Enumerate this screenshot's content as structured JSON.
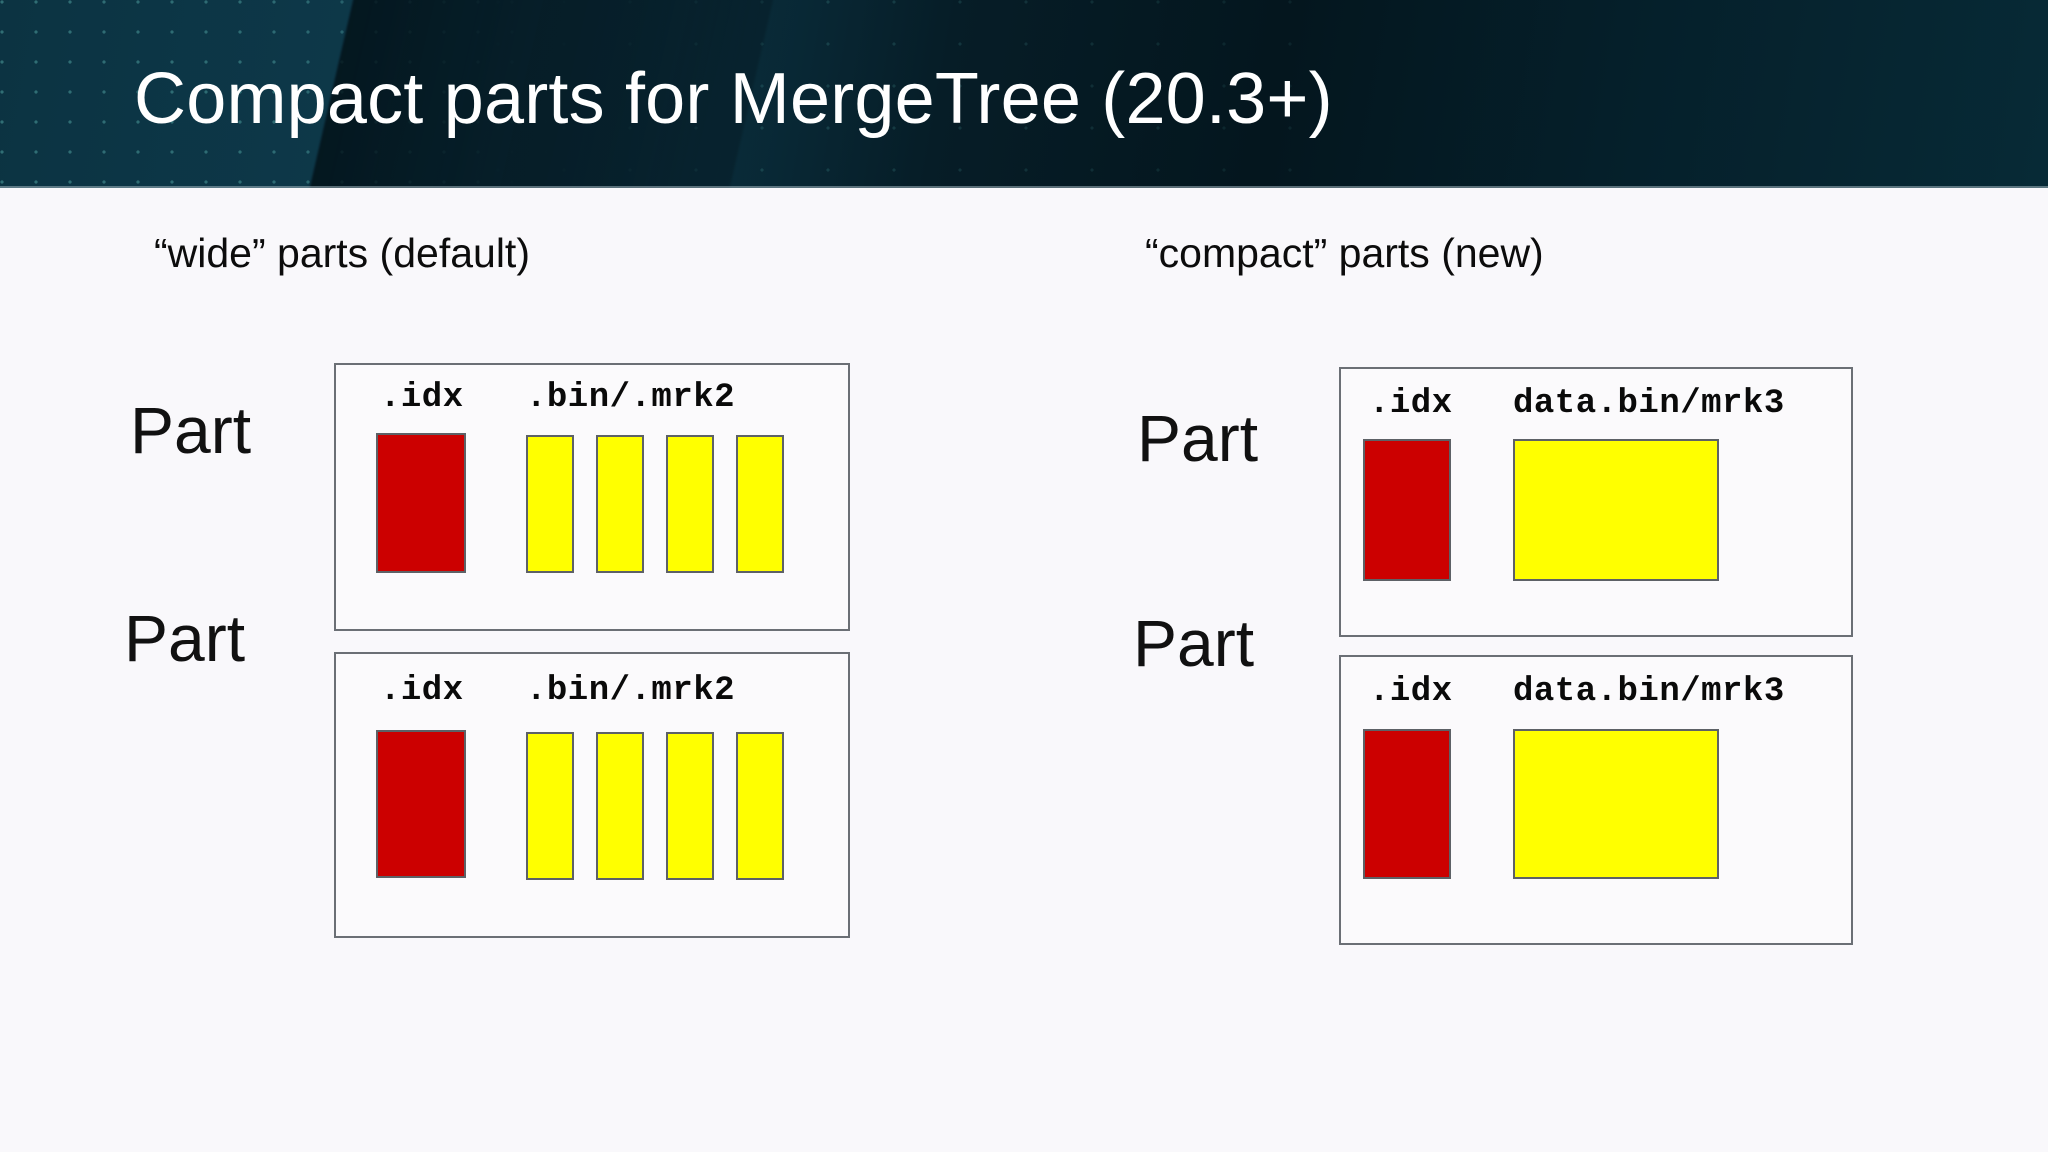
{
  "slide": {
    "title": "Compact parts for MergeTree (20.3+)",
    "background_color": "#f9f8fb",
    "header_color": "#0a2c3a",
    "title_color": "#ffffff"
  },
  "columns": [
    {
      "id": "wide",
      "caption": "“wide” parts (default)"
    },
    {
      "id": "compact",
      "caption": "“compact” parts (new)"
    }
  ],
  "colors": {
    "index_block": "#cc0000",
    "data_block": "#ffff00",
    "block_border": "#5d6166",
    "part_border": "#6b6f75"
  },
  "wide": {
    "part_label": "Part",
    "index_caption": ".idx",
    "data_caption": ".bin/.mrk2",
    "index_blocks": 1,
    "data_blocks": 4,
    "rows": [
      {
        "part_label": "Part",
        "index_caption": ".idx",
        "data_caption": ".bin/.mrk2"
      },
      {
        "part_label": "Part",
        "index_caption": ".idx",
        "data_caption": ".bin/.mrk2"
      }
    ]
  },
  "compact": {
    "part_label": "Part",
    "index_caption": ".idx",
    "data_caption": "data.bin/mrk3",
    "index_blocks": 1,
    "data_blocks": 1,
    "rows": [
      {
        "part_label": "Part",
        "index_caption": ".idx",
        "data_caption": "data.bin/mrk3"
      },
      {
        "part_label": "Part",
        "index_caption": ".idx",
        "data_caption": "data.bin/mrk3"
      }
    ]
  }
}
